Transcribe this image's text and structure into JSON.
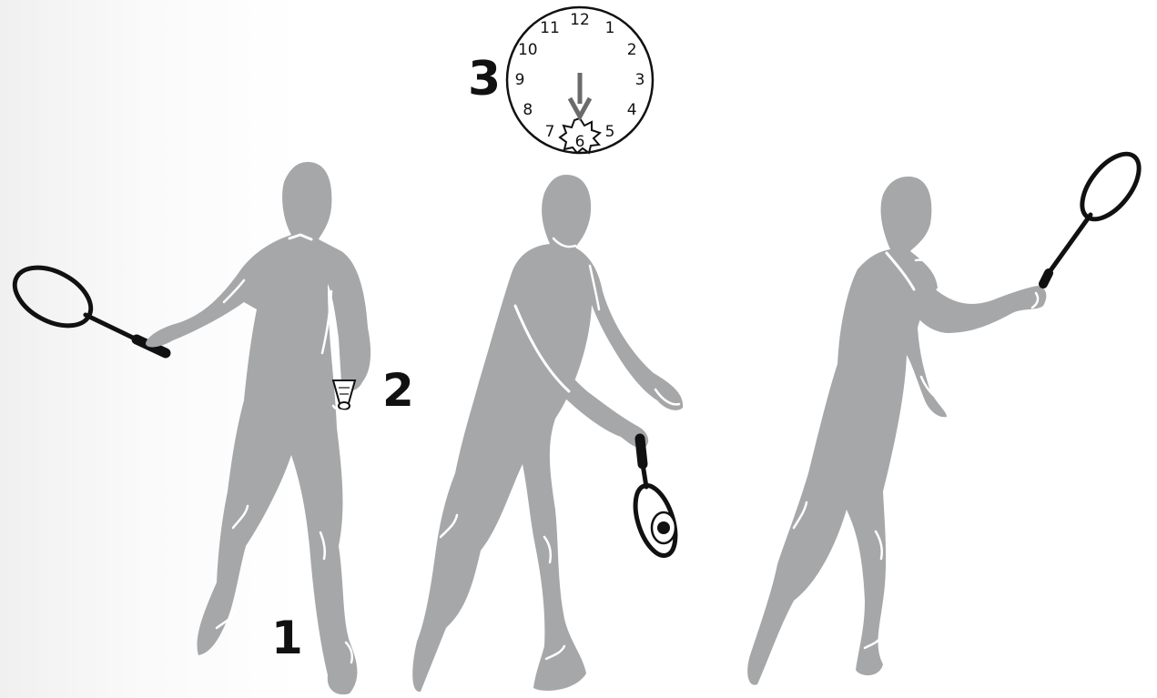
{
  "steps": {
    "stance": "1",
    "shuttle_drop": "2",
    "contact_point": "3"
  },
  "clock": {
    "numbers": [
      "12",
      "1",
      "2",
      "3",
      "4",
      "5",
      "6",
      "7",
      "8",
      "9",
      "10",
      "11"
    ],
    "highlighted": "6"
  },
  "colors": {
    "figure": "#a6a7a9",
    "ink": "#111111",
    "arrow": "#6b6b6b"
  }
}
